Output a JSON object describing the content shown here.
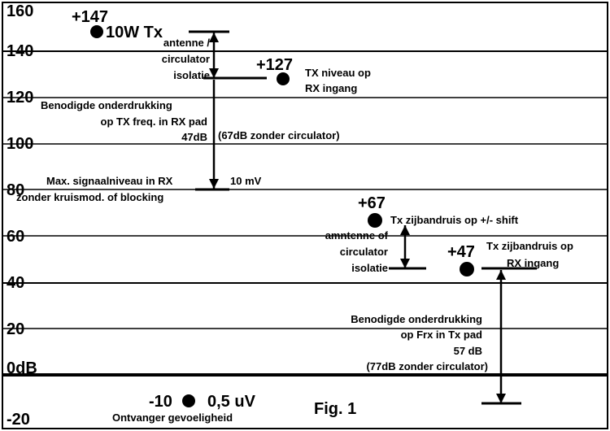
{
  "scale": {
    "ticks": [
      {
        "label": "160",
        "value": 160
      },
      {
        "label": "140",
        "value": 140
      },
      {
        "label": "120",
        "value": 120
      },
      {
        "label": "100",
        "value": 100
      },
      {
        "label": "80",
        "value": 80
      },
      {
        "label": "60",
        "value": 60
      },
      {
        "label": "40",
        "value": 40
      },
      {
        "label": "20",
        "value": 20
      },
      {
        "label": "0dB",
        "value": 0
      },
      {
        "label": "-20",
        "value": -20
      }
    ]
  },
  "levels": {
    "tx_power": {
      "value": "+147",
      "label": "10W Tx"
    },
    "tx_at_rx": {
      "value": "+127",
      "line1": "TX niveau op",
      "line2": "RX ingang"
    },
    "sideband_noise": {
      "value": "+67",
      "label": "Tx zijbandruis op +/- shift"
    },
    "sideband_at_rx": {
      "value": "+47",
      "line1": "Tx zijbandruis op",
      "line2": "RX ingang"
    },
    "sensitivity": {
      "value": "-10",
      "amount": "0,5 uV",
      "label": "Ontvanger gevoeligheid"
    }
  },
  "annotations": {
    "isolation_top": {
      "line1": "antenne /",
      "line2": "circulator",
      "line3": "isolatie"
    },
    "rx_suppression": {
      "line1": "Benodigde onderdrukking",
      "line2": "op TX freq. in RX pad",
      "line3": "47dB",
      "note": "(67dB zonder circulator)"
    },
    "max_signal": {
      "line1": "Max. signaalniveau in RX",
      "line2": "zonder kruismod. of blocking",
      "value": "10 mV"
    },
    "isolation_mid": {
      "line1": "amntenne of",
      "line2": "circulator",
      "line3": "isolatie"
    },
    "tx_suppression": {
      "line1": "Benodigde onderdrukking",
      "line2": "op Frx in Tx pad",
      "line3": "57 dB",
      "note": "(77dB zonder circulator)"
    }
  },
  "figure": {
    "caption": "Fig. 1"
  }
}
